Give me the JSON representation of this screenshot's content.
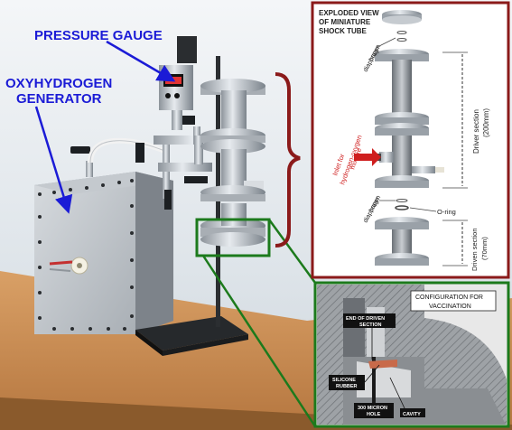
{
  "labels": {
    "pressure_gauge": "PRESSURE GAUGE",
    "oxyhydrogen_line1": "OXYHYDROGEN",
    "oxyhydrogen_line2": "GENERATOR"
  },
  "exploded_view": {
    "title_line1": "EXPLODED VIEW",
    "title_line2": "OF MINIATURE",
    "title_line3": "SHOCK TUBE",
    "paper_diaphragm_top_1": "paper",
    "paper_diaphragm_top_2": "diaphragm",
    "driver_section_1": "Driver section",
    "driver_section_2": "(200mm)",
    "inlet_1": "Inlet for",
    "inlet_2": "hydrogen-oxygen",
    "inlet_3": "mixture",
    "paper_diaphragm_bottom_1": "paper",
    "paper_diaphragm_bottom_2": "diaphragm",
    "o_ring": "O-ring",
    "driven_section_1": "Driven section",
    "driven_section_2": "(70mm)"
  },
  "vaccination_view": {
    "config_line1": "CONFIGURATION FOR",
    "config_line2": "VACCINATION",
    "end_of_driven_1": "END OF DRIVEN",
    "end_of_driven_2": "SECTION",
    "silicone_1": "SILICONE",
    "silicone_2": "RUBBER",
    "micron_1": "300 MICRON",
    "micron_2": "HOLE",
    "cavity": "CAVITY"
  },
  "colors": {
    "label_blue": "#1b1bd6",
    "frame_red": "#8b1a1a",
    "frame_green": "#1c7a1c",
    "table_wood": "#c98c52"
  }
}
